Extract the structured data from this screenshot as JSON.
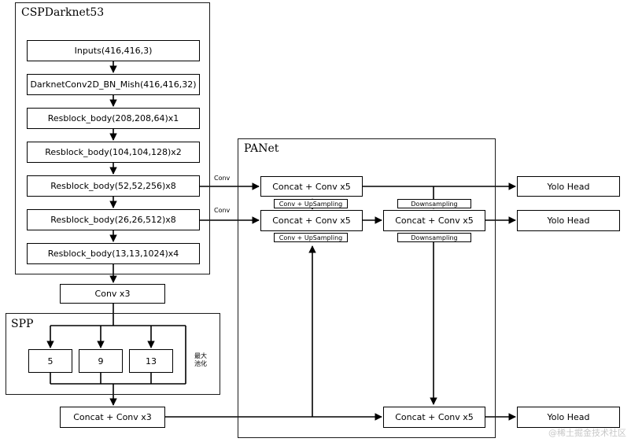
{
  "groups": {
    "backbone": "CSPDarknet53",
    "spp": "SPP",
    "panet": "PANet"
  },
  "backbone_blocks": [
    "Inputs(416,416,3)",
    "DarknetConv2D_BN_Mish(416,416,32)",
    "Resblock_body(208,208,64)x1",
    "Resblock_body(104,104,128)x2",
    "Resblock_body(52,52,256)x8",
    "Resblock_body(26,26,512)x8",
    "Resblock_body(13,13,1024)x4"
  ],
  "neck": {
    "conv_x3_top": "Conv x3",
    "pool_sizes": [
      "5",
      "9",
      "13"
    ],
    "pool_note": "最大池化",
    "concat_conv_x3": "Concat + Conv x3"
  },
  "panet_blocks": {
    "top_left": "Concat + Conv x5",
    "mid_left": "Concat + Conv x5",
    "mid_right": "Concat + Conv x5",
    "bottom": "Concat + Conv x5"
  },
  "panet_tags": {
    "upsample_1": "Conv + UpSampling",
    "upsample_2": "Conv + UpSampling",
    "downsample_1": "Downsampling",
    "downsample_2": "Downsampling"
  },
  "wire_labels": {
    "conv_1": "Conv",
    "conv_2": "Conv"
  },
  "heads": [
    "Yolo Head",
    "Yolo Head",
    "Yolo Head"
  ],
  "watermark": "@稀土掘金技术社区"
}
